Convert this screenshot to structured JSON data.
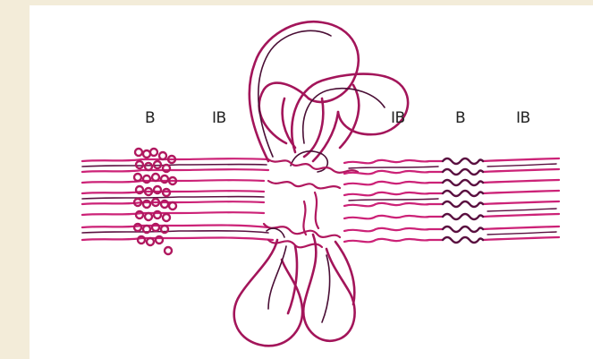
{
  "labels": {
    "b_left": "B",
    "ib_left": "IB",
    "ib_right_1": "IB",
    "b_right": "B",
    "ib_right_2": "IB"
  },
  "colors": {
    "background": "#f3ecd9",
    "panel": "#ffffff",
    "strand_primary": "#cc2277",
    "strand_dark": "#5a1040",
    "label_text": "#222222"
  }
}
